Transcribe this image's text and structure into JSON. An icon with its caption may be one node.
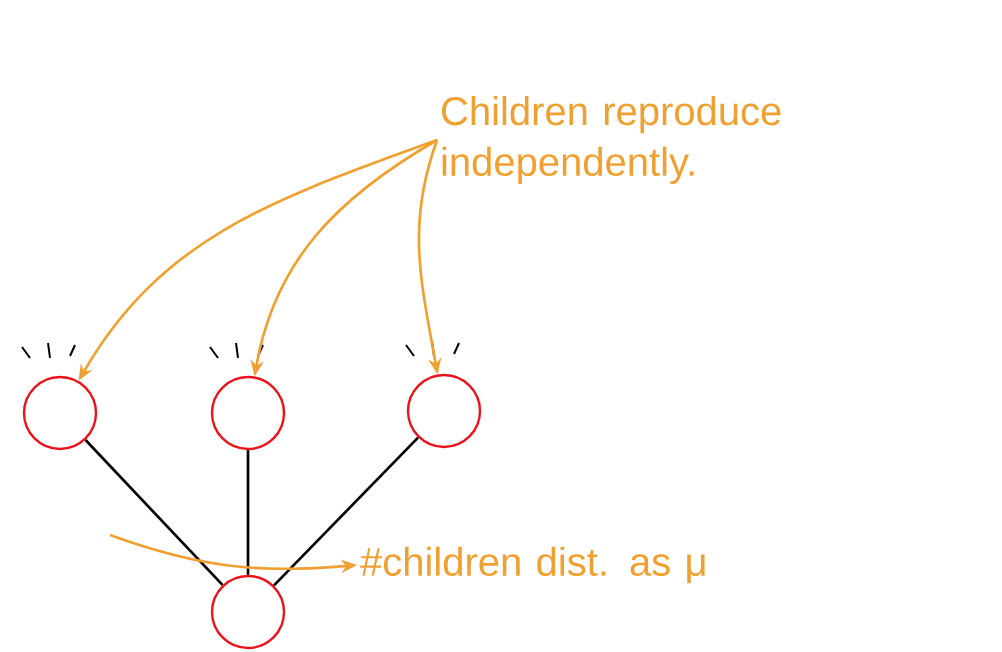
{
  "diagram": {
    "nodes": [
      {
        "text": [
          "Children reproduce independently."
        ]
      },
      {
        "text": [],
        "shape": "circle"
      },
      {
        "text": [],
        "shape": "circle"
      },
      {
        "text": [],
        "shape": "circle"
      },
      {
        "text": [],
        "shape": "circle"
      },
      {
        "text": [
          "#children dist. as μ"
        ]
      }
    ],
    "edges": [
      {
        "from": 4,
        "to": 1,
        "arrow": "none",
        "color": "#000000"
      },
      {
        "from": 4,
        "to": 2,
        "arrow": "none",
        "color": "#000000"
      },
      {
        "from": 4,
        "to": 3,
        "arrow": "none",
        "color": "#000000"
      },
      {
        "from": 0,
        "to": 1,
        "arrow": "to"
      },
      {
        "from": 0,
        "to": 2,
        "arrow": "to"
      },
      {
        "from": 0,
        "to": 3,
        "arrow": "to"
      },
      {
        "from": null,
        "to": 5,
        "arrow": "to"
      }
    ]
  }
}
